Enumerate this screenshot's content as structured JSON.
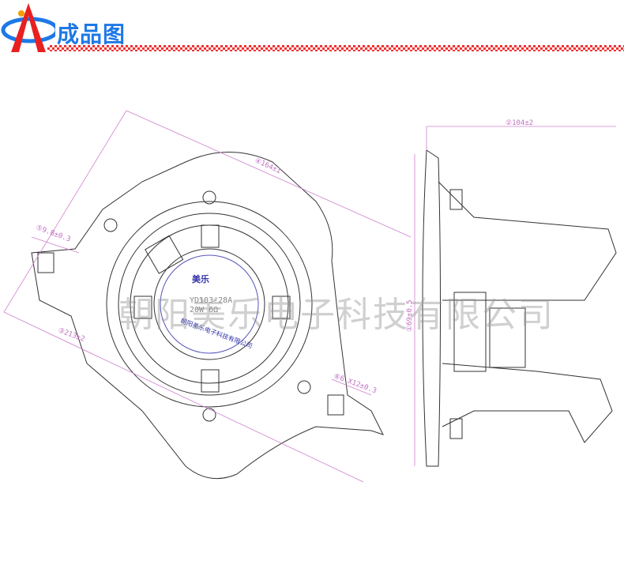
{
  "header": {
    "title": "成品图",
    "logo": "red-blue-A-logo"
  },
  "watermark": "朝阳美乐电子科技有限公司",
  "label": {
    "brand": "美乐",
    "model": "YD103-28A",
    "rating": "20W  6Ω",
    "company": "朝阳美乐电子科技有限公司"
  },
  "dimensions": {
    "d1": "①69±0.5",
    "d2": "②104±2",
    "d3": "③213±2",
    "d4": "④164±1",
    "d5": "⑤9.8±0.3",
    "d6": "⑥6 X12±0.3"
  },
  "colors": {
    "title": "#1e78e6",
    "dimension": "#c070c0",
    "label": "#3333aa",
    "band": "#e33333"
  }
}
